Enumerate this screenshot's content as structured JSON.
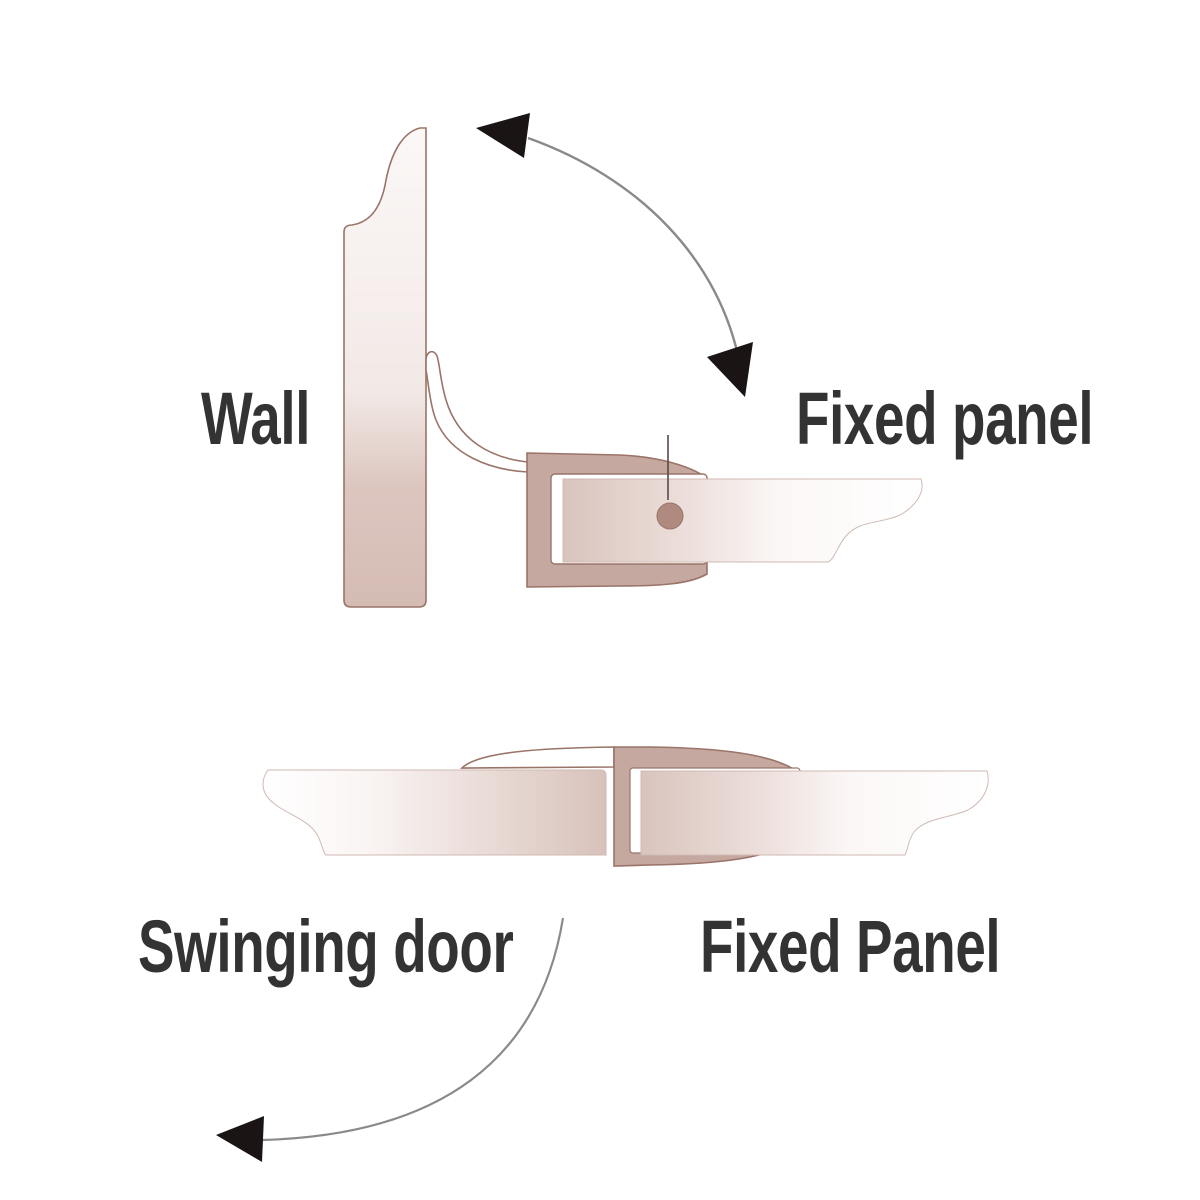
{
  "diagram": {
    "type": "glass-door-seal-installation",
    "labels": {
      "wall": "Wall",
      "fixed_panel_top": "Fixed panel",
      "swinging_door": "Swinging door",
      "fixed_panel_bottom": "Fixed Panel"
    },
    "colors": {
      "background": "#ffffff",
      "text": "#333333",
      "seal_fill": "#c5a89f",
      "seal_outline": "#9a7468",
      "glass_light": "#fbf7f6",
      "glass_dark": "#d9c4bd",
      "arrow_line": "#8a8a8a",
      "arrowhead": "#1a1414"
    },
    "top_view": {
      "elements": [
        "wall",
        "wall-seal-fin",
        "u-channel-seal",
        "fixed-panel-glass",
        "seal-pin",
        "double-arrow"
      ]
    },
    "bottom_view": {
      "elements": [
        "swinging-door-glass",
        "fixed-panel-glass",
        "h-seal-with-fin",
        "swing-arrow"
      ]
    }
  }
}
